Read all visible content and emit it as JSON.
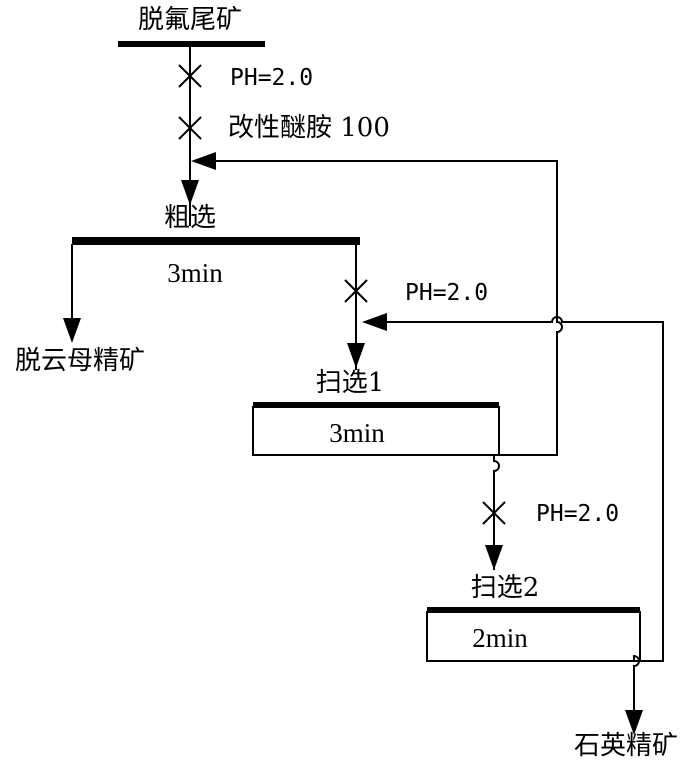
{
  "feed": {
    "label": "脱氟尾矿"
  },
  "feed_reagents": [
    {
      "name": "PH=2.0"
    },
    {
      "name": "改性醚胺 100"
    }
  ],
  "stages": [
    {
      "name": "粗选",
      "time": "3min",
      "reagent": "PH=2.0"
    },
    {
      "name": "扫选1",
      "time": "3min",
      "reagent": "PH=2.0"
    },
    {
      "name": "扫选2",
      "time": "2min"
    }
  ],
  "products": {
    "mica_concentrate": "脱云母精矿",
    "quartz_concentrate": "石英精矿"
  }
}
